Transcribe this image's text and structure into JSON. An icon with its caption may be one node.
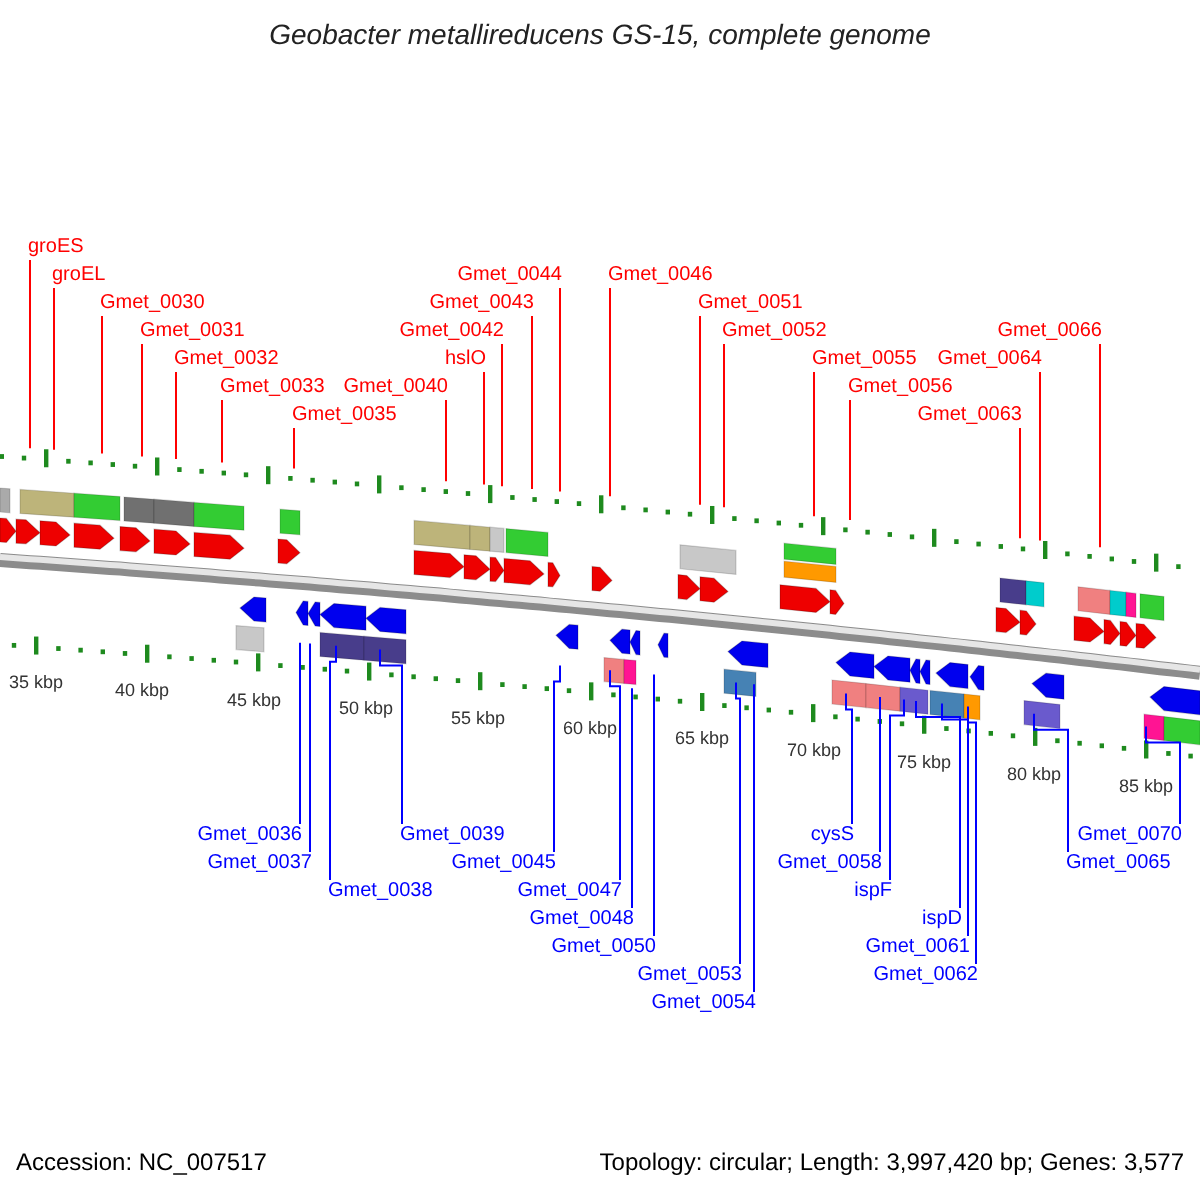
{
  "diagram": {
    "title": "Geobacter metallireducens GS-15, complete genome",
    "nodes": [
      {
        "text": [
          "groES"
        ]
      },
      {
        "text": [
          "groEL"
        ]
      },
      {
        "text": [
          "Gmet_0030"
        ]
      },
      {
        "text": [
          "Gmet_0031"
        ]
      },
      {
        "text": [
          "Gmet_0032"
        ]
      },
      {
        "text": [
          "Gmet_0033"
        ]
      },
      {
        "text": [
          "Gmet_0035"
        ]
      },
      {
        "text": [
          "Gmet_0040"
        ]
      },
      {
        "text": [
          "hslO"
        ]
      },
      {
        "text": [
          "Gmet_0042"
        ]
      },
      {
        "text": [
          "Gmet_0043"
        ]
      },
      {
        "text": [
          "Gmet_0044"
        ]
      },
      {
        "text": [
          "Gmet_0046"
        ]
      },
      {
        "text": [
          "Gmet_0051"
        ]
      },
      {
        "text": [
          "Gmet_0052"
        ]
      },
      {
        "text": [
          "Gmet_0055"
        ]
      },
      {
        "text": [
          "Gmet_0056"
        ]
      },
      {
        "text": [
          "Gmet_0063"
        ]
      },
      {
        "text": [
          "Gmet_0064"
        ]
      },
      {
        "text": [
          "Gmet_0066"
        ]
      },
      {
        "text": [
          "Gmet_0036"
        ]
      },
      {
        "text": [
          "Gmet_0037"
        ]
      },
      {
        "text": [
          "Gmet_0038"
        ]
      },
      {
        "text": [
          "Gmet_0039"
        ]
      },
      {
        "text": [
          "Gmet_0045"
        ]
      },
      {
        "text": [
          "Gmet_0047"
        ]
      },
      {
        "text": [
          "Gmet_0048"
        ]
      },
      {
        "text": [
          "Gmet_0050"
        ]
      },
      {
        "text": [
          "Gmet_0053"
        ]
      },
      {
        "text": [
          "Gmet_0054"
        ]
      },
      {
        "text": [
          "cysS"
        ]
      },
      {
        "text": [
          "Gmet_0058"
        ]
      },
      {
        "text": [
          "ispF"
        ]
      },
      {
        "text": [
          "ispD"
        ]
      },
      {
        "text": [
          "Gmet_0061"
        ]
      },
      {
        "text": [
          "Gmet_0062"
        ]
      },
      {
        "text": [
          "Gmet_0065"
        ]
      },
      {
        "text": [
          "Gmet_0070"
        ]
      }
    ],
    "edges": [
      {
        "from": 0,
        "to": null,
        "arrow": "none"
      },
      {
        "from": 1,
        "to": null,
        "arrow": "none"
      },
      {
        "from": 2,
        "to": null,
        "arrow": "none"
      },
      {
        "from": 3,
        "to": null,
        "arrow": "none"
      },
      {
        "from": 4,
        "to": null,
        "arrow": "none"
      },
      {
        "from": 5,
        "to": null,
        "arrow": "none"
      },
      {
        "from": 6,
        "to": null,
        "arrow": "none"
      },
      {
        "from": 7,
        "to": null,
        "arrow": "none"
      },
      {
        "from": 8,
        "to": null,
        "arrow": "none"
      },
      {
        "from": 9,
        "to": null,
        "arrow": "none"
      },
      {
        "from": 10,
        "to": null,
        "arrow": "none"
      },
      {
        "from": 11,
        "to": null,
        "arrow": "none"
      },
      {
        "from": 12,
        "to": null,
        "arrow": "none"
      },
      {
        "from": 13,
        "to": null,
        "arrow": "none"
      },
      {
        "from": 14,
        "to": null,
        "arrow": "none"
      },
      {
        "from": 15,
        "to": null,
        "arrow": "none"
      },
      {
        "from": 16,
        "to": null,
        "arrow": "none"
      },
      {
        "from": 17,
        "to": null,
        "arrow": "none"
      },
      {
        "from": 18,
        "to": null,
        "arrow": "none"
      },
      {
        "from": 19,
        "to": null,
        "arrow": "none"
      },
      {
        "from": 20,
        "to": null,
        "arrow": "none",
        "color": "#0000ff"
      },
      {
        "from": 21,
        "to": null,
        "arrow": "none",
        "color": "#0000ff"
      },
      {
        "from": 22,
        "to": null,
        "arrow": "none",
        "color": "#0000ff"
      },
      {
        "from": 23,
        "to": null,
        "arrow": "none",
        "color": "#0000ff"
      },
      {
        "from": 24,
        "to": null,
        "arrow": "none",
        "color": "#0000ff"
      },
      {
        "from": 25,
        "to": null,
        "arrow": "none",
        "color": "#0000ff"
      },
      {
        "from": 26,
        "to": null,
        "arrow": "none",
        "color": "#0000ff"
      },
      {
        "from": 27,
        "to": null,
        "arrow": "none",
        "color": "#0000ff"
      },
      {
        "from": 28,
        "to": null,
        "arrow": "none",
        "color": "#0000ff"
      },
      {
        "from": 29,
        "to": null,
        "arrow": "none",
        "color": "#0000ff"
      },
      {
        "from": 30,
        "to": null,
        "arrow": "none",
        "color": "#0000ff"
      },
      {
        "from": 31,
        "to": null,
        "arrow": "none",
        "color": "#0000ff"
      },
      {
        "from": 32,
        "to": null,
        "arrow": "none",
        "color": "#0000ff"
      },
      {
        "from": 33,
        "to": null,
        "arrow": "none",
        "color": "#0000ff"
      },
      {
        "from": 34,
        "to": null,
        "arrow": "none",
        "color": "#0000ff"
      },
      {
        "from": 35,
        "to": null,
        "arrow": "none",
        "color": "#0000ff"
      },
      {
        "from": 36,
        "to": null,
        "arrow": "none",
        "color": "#0000ff"
      },
      {
        "from": 37,
        "to": null,
        "arrow": "none",
        "color": "#0000ff"
      }
    ],
    "labels": [
      "35 kbp",
      "40 kbp",
      "45 kbp",
      "50 kbp",
      "55 kbp",
      "60 kbp",
      "65 kbp",
      "70 kbp",
      "75 kbp",
      "80 kbp",
      "85 kbp",
      "Accession: NC_007517",
      "Topology: circular; Length: 3,997,420 bp; Genes: 3,577"
    ]
  }
}
